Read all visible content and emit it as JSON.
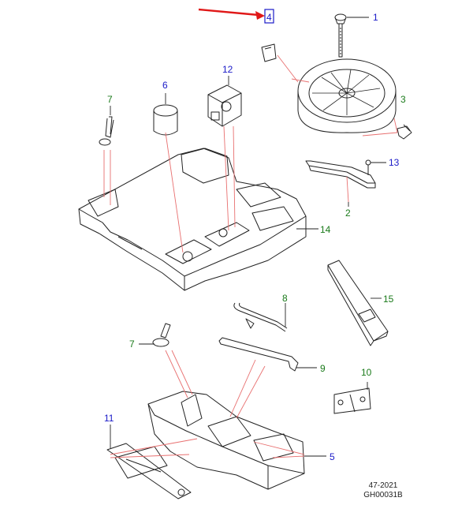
{
  "callouts": [
    {
      "id": "c1",
      "label": "1",
      "color": "blue"
    },
    {
      "id": "c2",
      "label": "2",
      "color": "green"
    },
    {
      "id": "c3",
      "label": "3",
      "color": "green"
    },
    {
      "id": "c4",
      "label": "4",
      "color": "blue"
    },
    {
      "id": "c5",
      "label": "5",
      "color": "blue"
    },
    {
      "id": "c6",
      "label": "6",
      "color": "blue"
    },
    {
      "id": "c7a",
      "label": "7",
      "color": "green"
    },
    {
      "id": "c7b",
      "label": "7",
      "color": "green"
    },
    {
      "id": "c8",
      "label": "8",
      "color": "green"
    },
    {
      "id": "c9",
      "label": "9",
      "color": "green"
    },
    {
      "id": "c10",
      "label": "10",
      "color": "green"
    },
    {
      "id": "c11",
      "label": "11",
      "color": "blue"
    },
    {
      "id": "c12",
      "label": "12",
      "color": "blue"
    },
    {
      "id": "c13",
      "label": "13",
      "color": "blue"
    },
    {
      "id": "c14",
      "label": "14",
      "color": "green"
    },
    {
      "id": "c15",
      "label": "15",
      "color": "green"
    }
  ],
  "colors": {
    "blue": "#1a1ac8",
    "green": "#1a7a1a",
    "leader": "#e87070",
    "highlight_arrow": "#e01818",
    "outline": "#222222"
  },
  "footer": {
    "page_ref": "47-2021",
    "drawing_ref": "GH00031B"
  }
}
